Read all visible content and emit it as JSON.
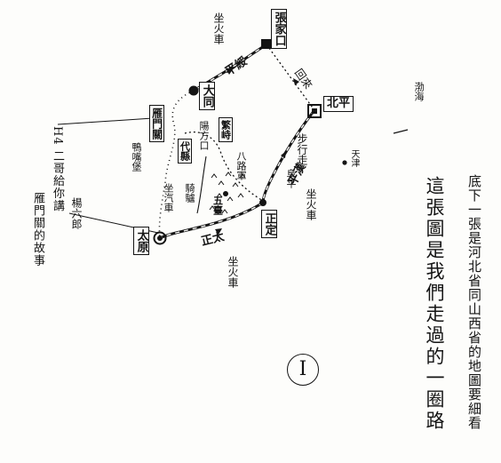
{
  "map": {
    "cities": {
      "zhangjiakou": "張家口",
      "peiping": "北平",
      "datong": "大同",
      "yanmenguan": "雁門關",
      "taiyuan": "太原",
      "zhengding": "正定",
      "daixian": "代縣",
      "fanzhi": "繁峙",
      "wutai": "五臺",
      "fuping": "阜平",
      "yangfangkou": "陽方口",
      "chimoshui": "鴨嘴堡"
    },
    "railways": {
      "pingsui": "平綏",
      "pinghan": "平漢",
      "zhengtai": "正太"
    },
    "route_notes": {
      "train_1": "坐火車",
      "by_car": "回來",
      "train_2": "坐火車",
      "train_3": "坐火車",
      "walk": "步行走",
      "on_foot": "坐汽車",
      "horse": "騎驢",
      "army": "八路軍"
    },
    "legend": {
      "sea": "渤海",
      "tianjin": "天津"
    },
    "left_note": {
      "vertical_1": "H4 二哥給你講",
      "vertical_2": "雁門關的故事",
      "side": "楊六郎"
    },
    "right_note": {
      "col_1": "這張圖是我們走過的一圈路",
      "col_2": "底下一張是河北省同山西省的地圖要細看"
    },
    "plate_number": "I"
  }
}
